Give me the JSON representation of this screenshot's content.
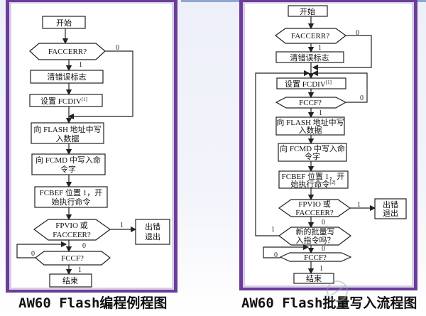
{
  "left_chart": {
    "start": "开始",
    "check_faccerr": "FACCERR?",
    "clear_error": "清错误标志",
    "set_fcdiv": "设置 FCDIV",
    "set_fcdiv_note": "[1]",
    "write_flash_1": "向 FLASH 地址中写",
    "write_flash_2": "入数据",
    "write_fcmd_1": "向 FCMD 中写入命",
    "write_fcmd_2": "令字",
    "fcbef_1": "FCBEF 位置 1，开",
    "fcbef_2": "始执行命令",
    "check_fpvio_1": "FPVIO  或",
    "check_fpvio_2": "FACCEER?",
    "error_exit_1": "出错",
    "error_exit_2": "退出",
    "check_fccf": "FCCF?",
    "end": "结束",
    "labels": {
      "faccerr_no": "0",
      "faccerr_yes": "1",
      "fpvio_yes": "1",
      "fpvio_no": "0",
      "fccf_no": "0",
      "fccf_yes": "1"
    }
  },
  "right_chart": {
    "start": "开始",
    "check_faccerr": "FACCERR?",
    "clear_error": "清错误标志",
    "set_fcdiv": "设置 FCDIV",
    "set_fcdiv_note": "[1]",
    "check_fccf_1": "FCCF?",
    "write_flash_1": "向 FLASH 地址中写",
    "write_flash_2": "入数据",
    "write_fcmd_1": "向 FCMD 中写入命",
    "write_fcmd_2": "令字",
    "fcbef_1": "FCBEF 位置 1，开",
    "fcbef_2": "始执行命令",
    "fcbef_note": "[2]",
    "check_fpvio_1": "FPVIO  或",
    "check_fpvio_2": "FACCEER?",
    "error_exit_1": "出错",
    "error_exit_2": "退出",
    "new_batch_1": "新的批量写",
    "new_batch_2": "入指令吗？",
    "check_fccf_2": "FCCF?",
    "end": "结束",
    "labels": {
      "faccerr_no": "0",
      "faccerr_yes": "1",
      "fccf1_no": "0",
      "fccf1_yes": "1",
      "fpvio_yes": "1",
      "fpvio_no": "0",
      "batch_yes": "1",
      "batch_no": "0",
      "fccf2_no": "0",
      "fccf2_yes": "1"
    }
  },
  "captions": {
    "left": "AW60 Flash编程例程图",
    "right": "AW60 Flash批量写入流程图"
  },
  "watermark": "电子发烧友",
  "colors": {
    "frame": "#6a3d9a",
    "background": "#eef0f9"
  }
}
